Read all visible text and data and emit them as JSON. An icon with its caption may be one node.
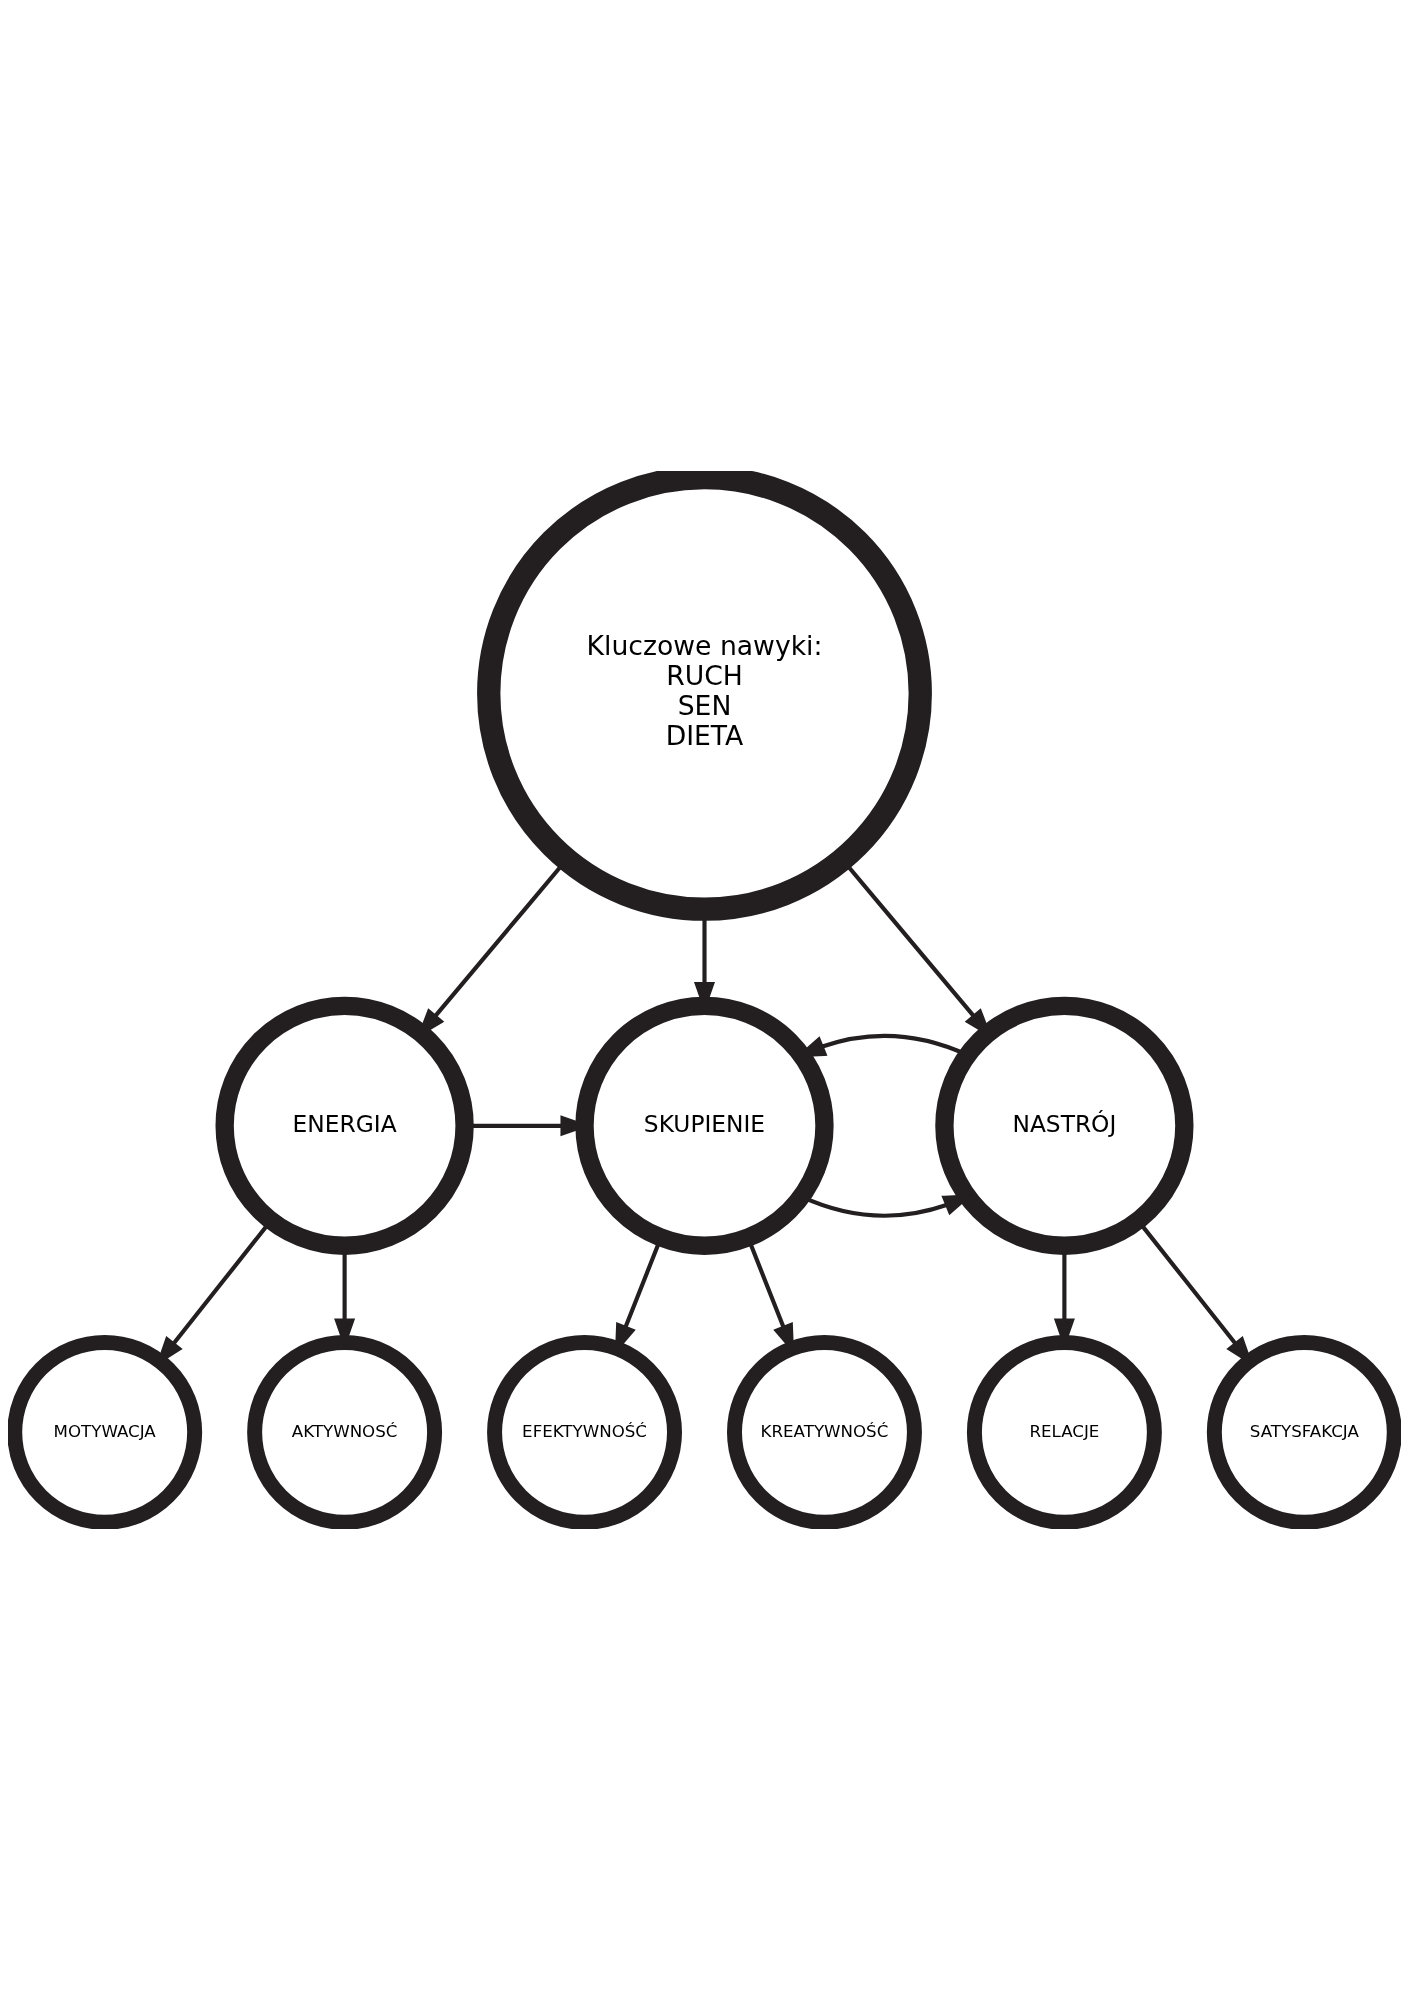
{
  "diagram": {
    "nodes": [
      {
        "text": [
          "Kluczowe nawyki:",
          "RUCH",
          "SEN",
          "DIETA"
        ]
      },
      {
        "text": [
          "ENERGIA"
        ]
      },
      {
        "text": [
          "SKUPIENIE"
        ]
      },
      {
        "text": [
          "NASTRÓJ"
        ]
      },
      {
        "text": [
          "MOTYWACJA"
        ]
      },
      {
        "text": [
          "AKTYWNOSĆ"
        ]
      },
      {
        "text": [
          "EFEKTYWNOŚĆ"
        ]
      },
      {
        "text": [
          "KREATYWNOŚĆ"
        ]
      },
      {
        "text": [
          "RELACJE"
        ]
      },
      {
        "text": [
          "SATYSFAKCJA"
        ]
      }
    ],
    "edges": [
      {
        "from": 0,
        "to": 1,
        "arrow": "to"
      },
      {
        "from": 0,
        "to": 2,
        "arrow": "to"
      },
      {
        "from": 0,
        "to": 3,
        "arrow": "to"
      },
      {
        "from": 1,
        "to": 2,
        "arrow": "to"
      },
      {
        "from": 2,
        "to": 3,
        "arrow": "to"
      },
      {
        "from": 3,
        "to": 2,
        "arrow": "to"
      },
      {
        "from": 1,
        "to": 4,
        "arrow": "to"
      },
      {
        "from": 1,
        "to": 5,
        "arrow": "to"
      },
      {
        "from": 2,
        "to": 6,
        "arrow": "to"
      },
      {
        "from": 2,
        "to": 7,
        "arrow": "to"
      },
      {
        "from": 3,
        "to": 8,
        "arrow": "to"
      },
      {
        "from": 3,
        "to": 9,
        "arrow": "to"
      }
    ]
  }
}
